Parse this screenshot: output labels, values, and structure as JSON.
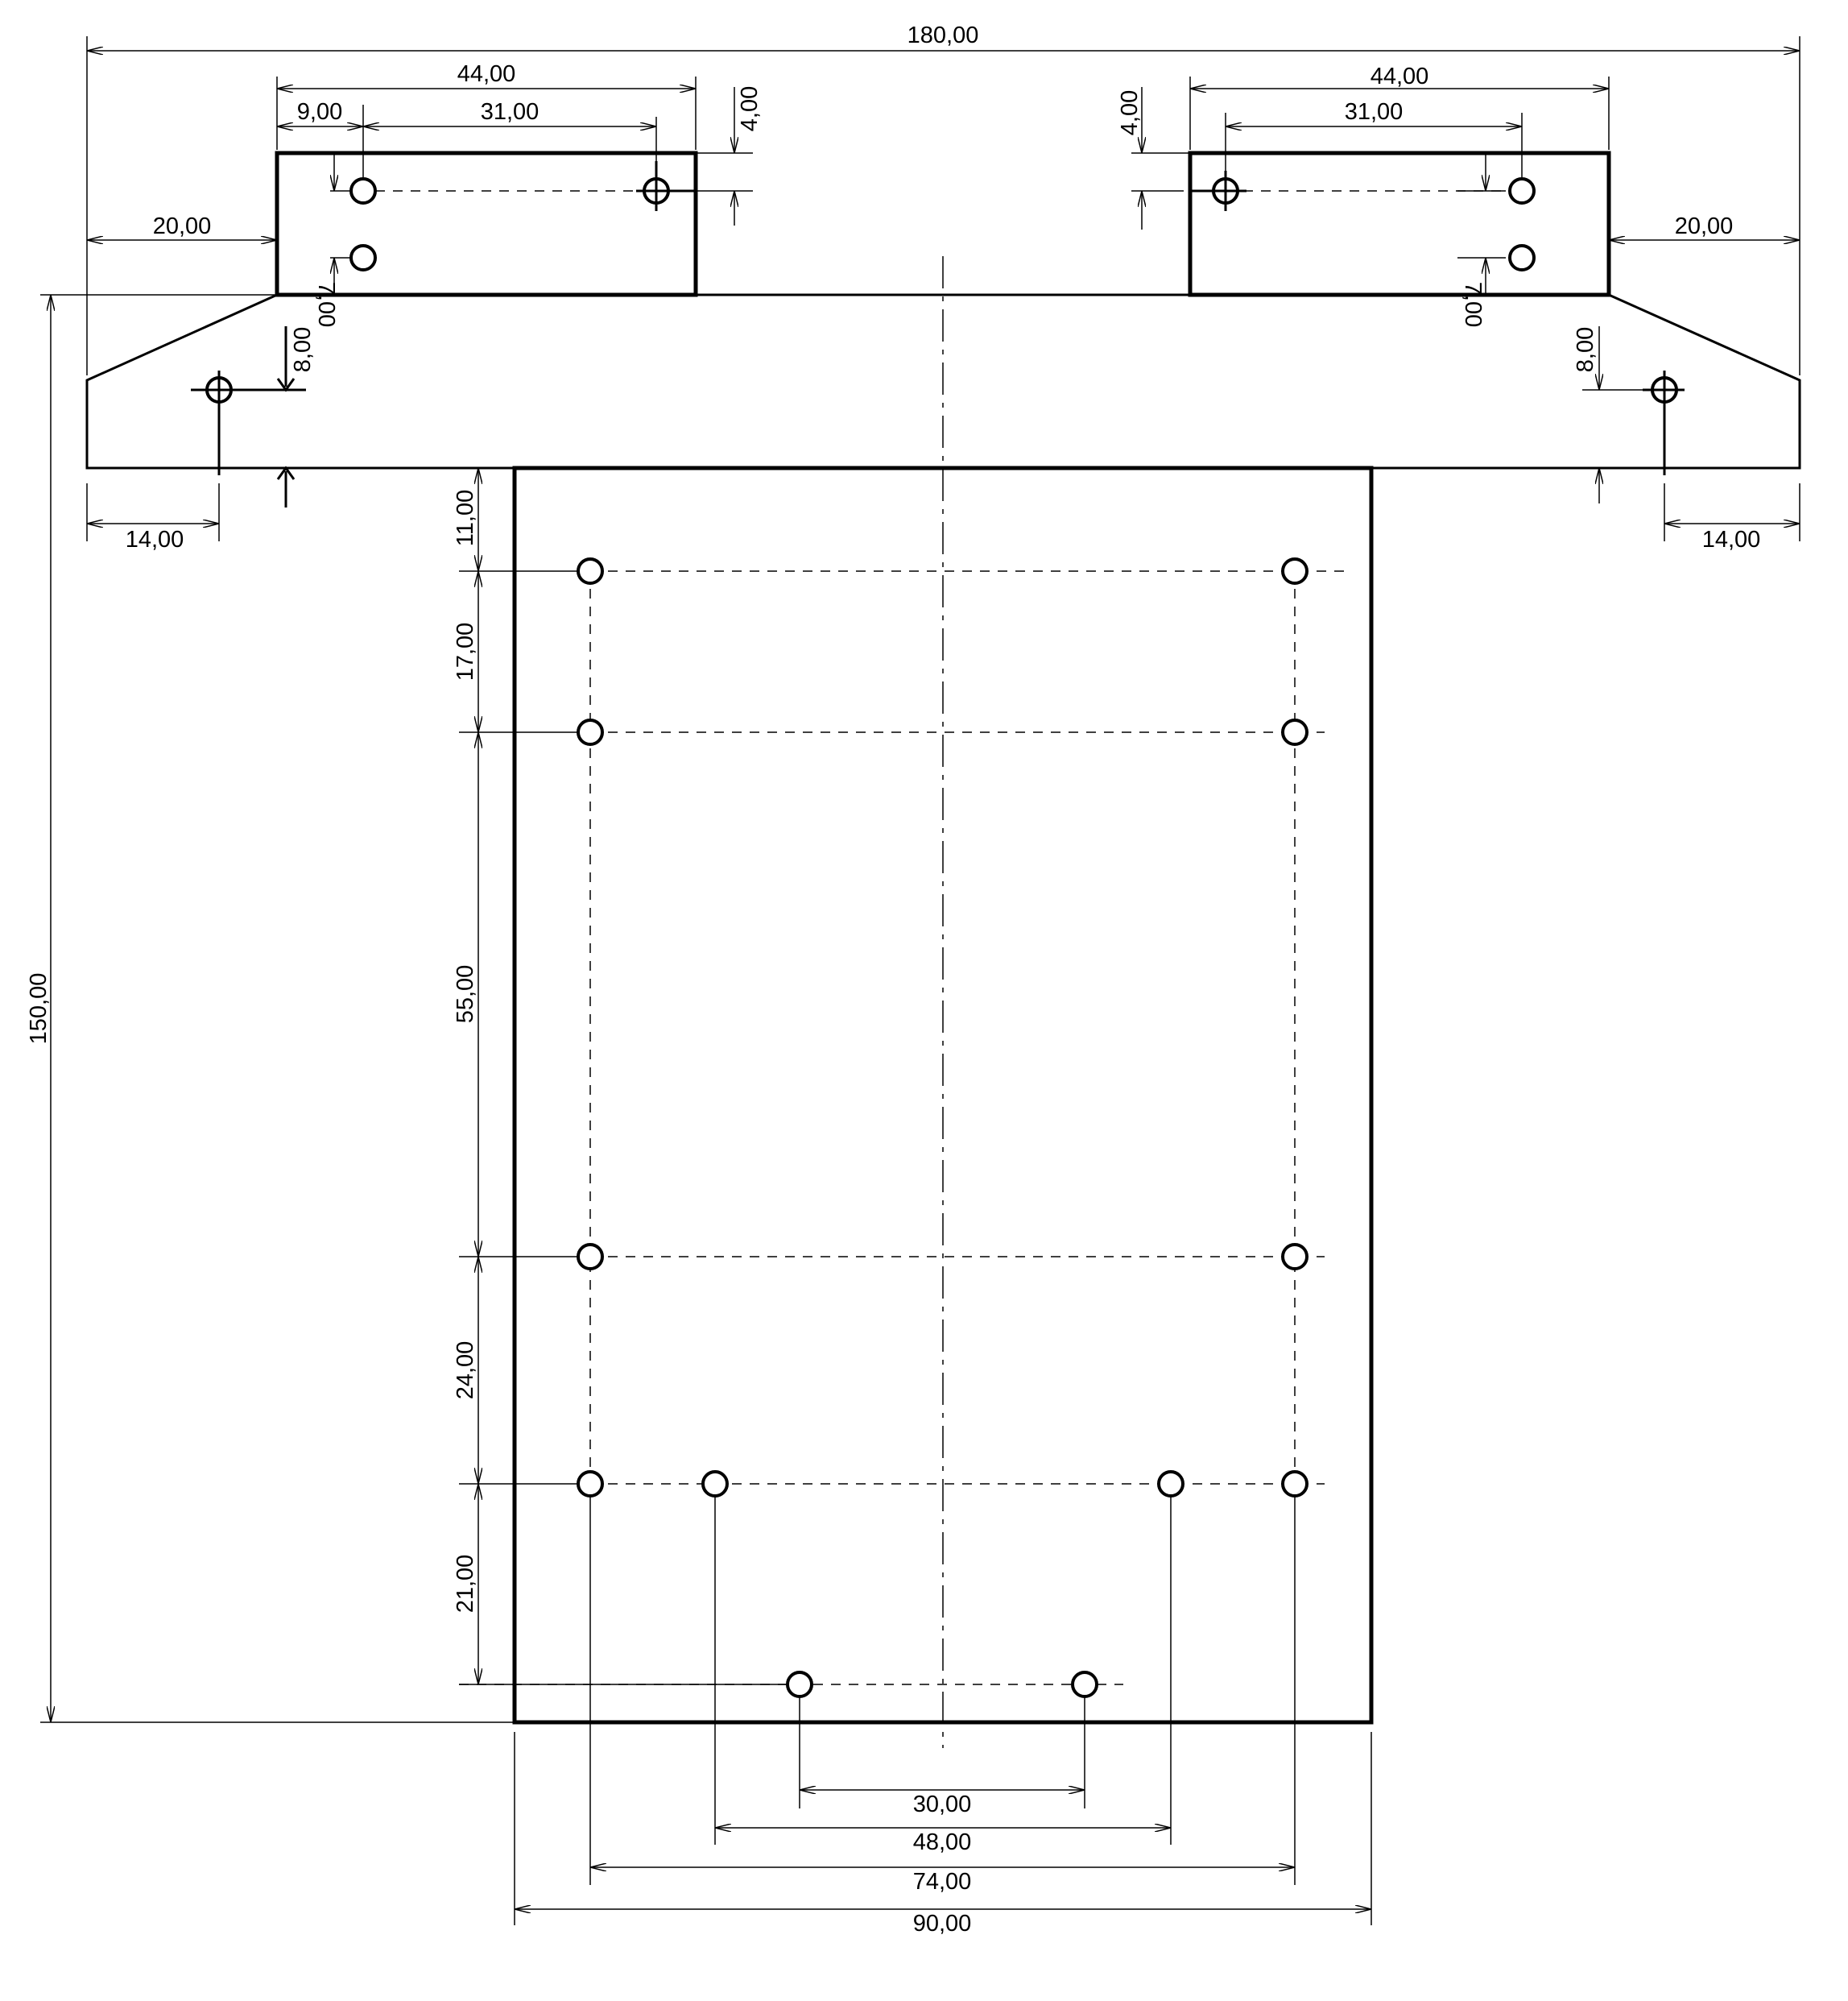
{
  "drawing": {
    "dimensions": {
      "overall_width": "180,00",
      "overall_height": "150,00",
      "block_width_left": "44,00",
      "block_width_right": "44,00",
      "hole_offset_left": "9,00",
      "hole_spacing_left": "31,00",
      "hole_spacing_right": "31,00",
      "block_hole_top_left": "4,00",
      "block_hole_top_right": "4,00",
      "block_offset_left": "20,00",
      "block_offset_right": "20,00",
      "block_hole_vertical_left": "7,00",
      "block_hole_vertical_right": "7,00",
      "flange_hole_height_left": "8,00",
      "flange_hole_height_right": "8,00",
      "flange_hole_offset_left": "14,00",
      "flange_hole_offset_right": "14,00",
      "plate_row_1": "11,00",
      "plate_row_2": "17,00",
      "plate_row_3": "55,00",
      "plate_row_4": "24,00",
      "plate_row_5": "21,00",
      "bottom_hole_span_1": "30,00",
      "bottom_hole_span_2": "48,00",
      "bottom_hole_span_3": "74,00",
      "plate_width": "90,00"
    }
  }
}
